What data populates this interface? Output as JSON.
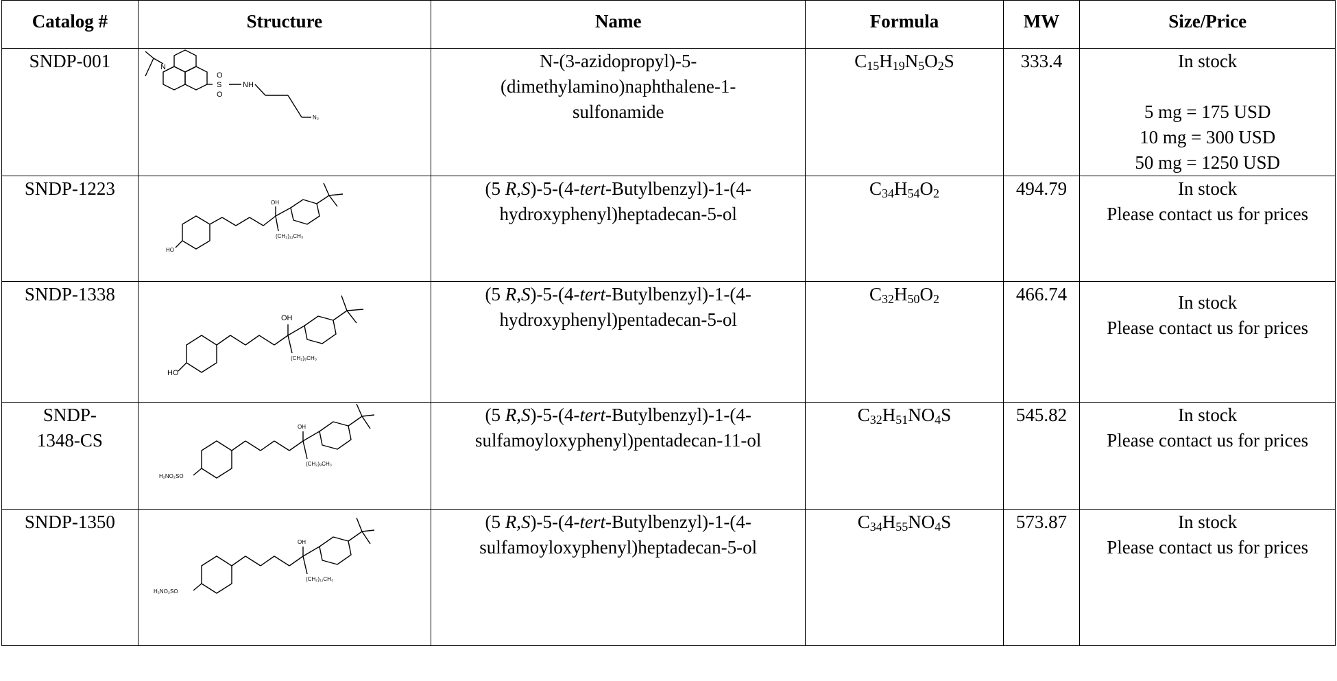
{
  "headers": {
    "catalog": "Catalog #",
    "structure": "Structure",
    "name": "Name",
    "formula": "Formula",
    "mw": "MW",
    "size_price": "Size/Price"
  },
  "rows": [
    {
      "catalog": "SNDP-001",
      "name_line1": "N-(3-azidopropyl)-5-",
      "name_line2": "(dimethylamino)naphthalene-1-",
      "name_line3": "sulfonamide",
      "formula": {
        "p1": "C",
        "s1": "15",
        "p2": "H",
        "s2": "19",
        "p3": "N",
        "s3": "5",
        "p4": "O",
        "s4": "2",
        "p5": "S"
      },
      "mw": "333.4",
      "stock": "In stock",
      "prices": [
        "5 mg = 175 USD",
        "10 mg = 300 USD",
        "50 mg = 1250 USD"
      ],
      "structure_labels": {
        "n": "N",
        "s": "S",
        "o1": "O",
        "o2": "O",
        "nh": "NH",
        "n3": "N₃"
      }
    },
    {
      "catalog": "SNDP-1223",
      "name_pre": "(5 ",
      "name_it1": "R",
      "name_mid": ",",
      "name_it2": "S",
      "name_post": ")-5-(4-",
      "name_it3": "tert",
      "name_end": "-Butylbenzyl)-1-(4-",
      "name_line2": "hydroxyphenyl)heptadecan-5-ol",
      "formula": {
        "p1": "C",
        "s1": "34",
        "p2": "H",
        "s2": "54",
        "p3": "O",
        "s3": "2"
      },
      "mw": "494.79",
      "stock": "In stock",
      "contact": "Please contact us for prices",
      "structure_labels": {
        "oh": "OH",
        "chain": "(CH₂)₁₁CH₃",
        "ho": "HO"
      }
    },
    {
      "catalog": "SNDP-1338",
      "name_pre": "(5 ",
      "name_it1": "R",
      "name_mid": ",",
      "name_it2": "S",
      "name_post": ")-5-(4-",
      "name_it3": "tert",
      "name_end": "-Butylbenzyl)-1-(4-",
      "name_line2": "hydroxyphenyl)pentadecan-5-ol",
      "formula": {
        "p1": "C",
        "s1": "32",
        "p2": "H",
        "s2": "50",
        "p3": "O",
        "s3": "2"
      },
      "mw": "466.74",
      "stock": "In stock",
      "contact": "Please contact us for prices",
      "structure_labels": {
        "oh": "OH",
        "chain": "(CH₂)₉CH₃",
        "ho": "HO"
      }
    },
    {
      "catalog_line1": "SNDP-",
      "catalog_line2": "1348-CS",
      "name_pre": "(5 ",
      "name_it1": "R",
      "name_mid": ",",
      "name_it2": "S",
      "name_post": ")-5-(4-",
      "name_it3": "tert",
      "name_end": "-Butylbenzyl)-1-(4-",
      "name_line2": "sulfamoyloxyphenyl)pentadecan-11-ol",
      "formula": {
        "p1": "C",
        "s1": "32",
        "p2": "H",
        "s2": "51",
        "p3": "NO",
        "s3": "4",
        "p4": "S"
      },
      "mw": "545.82",
      "stock": "In stock",
      "contact": "Please contact us for prices",
      "structure_labels": {
        "oh": "OH",
        "chain": "(CH₂)₉CH₃",
        "ho": "H₂NO₂SO"
      }
    },
    {
      "catalog": "SNDP-1350",
      "name_pre": "(5 ",
      "name_it1": "R",
      "name_mid": ",",
      "name_it2": "S",
      "name_post": ")-5-(4-",
      "name_it3": "tert",
      "name_end": "-Butylbenzyl)-1-(4-",
      "name_line2": "sulfamoyloxyphenyl)heptadecan-5-ol",
      "formula": {
        "p1": "C",
        "s1": "34",
        "p2": "H",
        "s2": "55",
        "p3": "NO",
        "s3": "4",
        "p4": "S"
      },
      "mw": "573.87",
      "stock": "In stock",
      "contact": "Please contact us for prices",
      "structure_labels": {
        "oh": "OH",
        "chain": "(CH₂)₁₁CH₃",
        "ho": "H₂NO₂SO"
      }
    }
  ]
}
